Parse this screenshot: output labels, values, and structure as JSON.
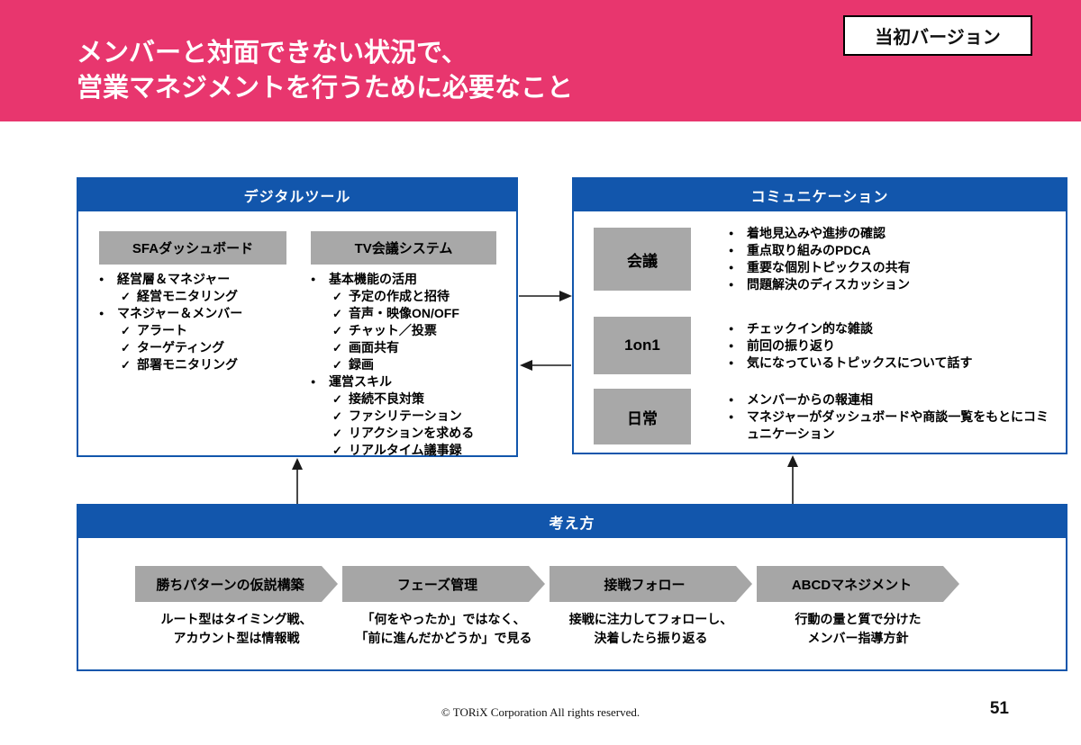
{
  "slide": {
    "title_line1": "メンバーと対面できない状況で、",
    "title_line2": "営業マネジメントを行うために必要なこと",
    "badge": "当初バージョン",
    "footer": "© TORiX Corporation All rights reserved.",
    "page_number": "51"
  },
  "colors": {
    "accent_pink": "#E8366E",
    "header_blue": "#1256AC",
    "box_gray": "#A8A8A8",
    "chevron_gray": "#A6A6A6"
  },
  "digital": {
    "title": "デジタルツール",
    "sfa": {
      "title": "SFAダッシュボード",
      "items": [
        {
          "type": "dot",
          "text": "経営層＆マネジャー"
        },
        {
          "type": "check",
          "text": "経営モニタリング"
        },
        {
          "type": "dot",
          "text": "マネジャー＆メンバー"
        },
        {
          "type": "check",
          "text": "アラート"
        },
        {
          "type": "check",
          "text": "ターゲティング"
        },
        {
          "type": "check",
          "text": "部署モニタリング"
        }
      ]
    },
    "tv": {
      "title": "TV会議システム",
      "items": [
        {
          "type": "dot",
          "text": "基本機能の活用"
        },
        {
          "type": "check",
          "text": "予定の作成と招待"
        },
        {
          "type": "check",
          "text": "音声・映像ON/OFF"
        },
        {
          "type": "check",
          "text": "チャット／投票"
        },
        {
          "type": "check",
          "text": "画面共有"
        },
        {
          "type": "check",
          "text": "録画"
        },
        {
          "type": "dot",
          "text": "運営スキル"
        },
        {
          "type": "check",
          "text": "接続不良対策"
        },
        {
          "type": "check",
          "text": "ファシリテーション"
        },
        {
          "type": "check",
          "text": "リアクションを求める"
        },
        {
          "type": "check",
          "text": "リアルタイム議事録"
        }
      ]
    }
  },
  "communication": {
    "title": "コミュニケーション",
    "rows": [
      {
        "label": "会議",
        "items": [
          {
            "type": "dot",
            "text": "着地見込みや進捗の確認"
          },
          {
            "type": "dot",
            "text": "重点取り組みのPDCA"
          },
          {
            "type": "dot",
            "text": "重要な個別トピックスの共有"
          },
          {
            "type": "dot",
            "text": "問題解決のディスカッション"
          }
        ]
      },
      {
        "label": "1on1",
        "items": [
          {
            "type": "dot",
            "text": "チェックイン的な雑談"
          },
          {
            "type": "dot",
            "text": "前回の振り返り"
          },
          {
            "type": "dot",
            "text": "気になっているトピックスについて話す"
          }
        ]
      },
      {
        "label": "日常",
        "items": [
          {
            "type": "dot",
            "text": "メンバーからの報連相"
          },
          {
            "type": "dot",
            "text": "マネジャーがダッシュボードや商談一覧をもとにコミュニケーション"
          }
        ]
      }
    ]
  },
  "thinking": {
    "title": "考え方",
    "steps": [
      {
        "label": "勝ちパターンの仮説構築",
        "desc": [
          "ルート型はタイミング戦、",
          "アカウント型は情報戦"
        ]
      },
      {
        "label": "フェーズ管理",
        "desc": [
          "「何をやったか」ではなく、",
          "「前に進んだかどうか」で見る"
        ]
      },
      {
        "label": "接戦フォロー",
        "desc": [
          "接戦に注力してフォローし、",
          "決着したら振り返る"
        ]
      },
      {
        "label": "ABCDマネジメント",
        "desc": [
          "行動の量と質で分けた",
          "メンバー指導方針"
        ]
      }
    ]
  }
}
